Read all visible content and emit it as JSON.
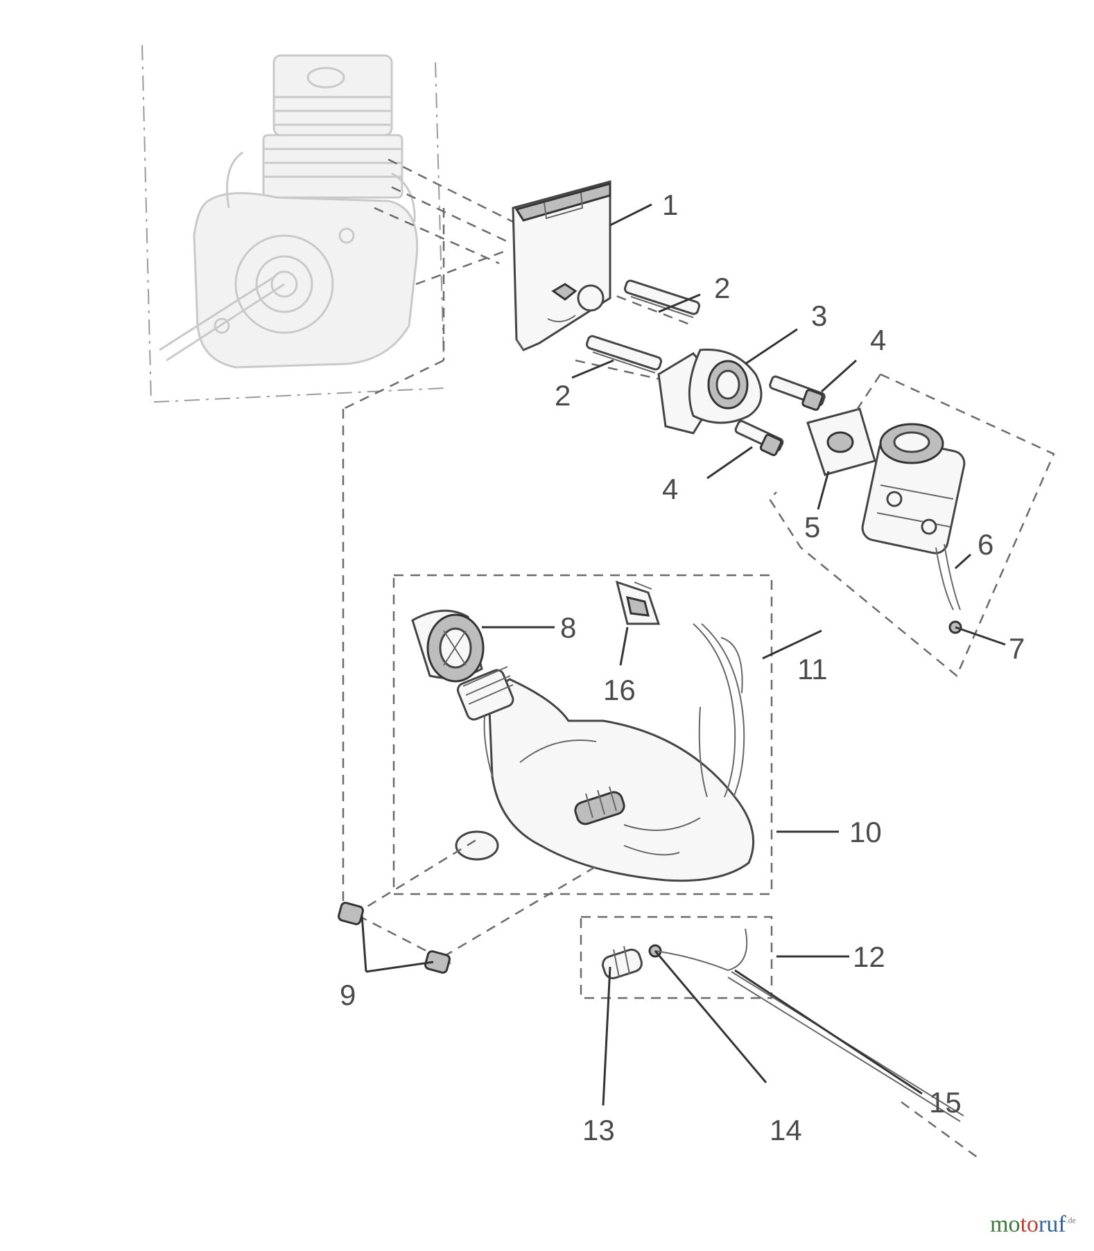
{
  "labels": {
    "l1": "1",
    "l2a": "2",
    "l2b": "2",
    "l3": "3",
    "l4a": "4",
    "l4b": "4",
    "l5": "5",
    "l6": "6",
    "l7": "7",
    "l8": "8",
    "l9": "9",
    "l10": "10",
    "l11": "11",
    "l12": "12",
    "l13": "13",
    "l14": "14",
    "l15": "15",
    "l16": "16"
  },
  "watermark": {
    "part1": "mo",
    "part2": "to",
    "part3": "ruf",
    "suffix": ".de"
  }
}
